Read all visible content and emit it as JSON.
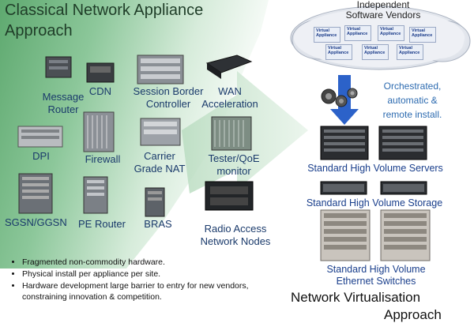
{
  "left_title": {
    "line1": "Classical Network Appliance",
    "line2": "Approach"
  },
  "devices": {
    "message_router": "Message Router",
    "cdn": "CDN",
    "session_border_controller": "Session Border Controller",
    "wan_acceleration": "WAN Acceleration",
    "dpi": "DPI",
    "firewall": "Firewall",
    "carrier_grade_nat": "Carrier Grade NAT",
    "tester_qoe_monitor": "Tester/QoE monitor",
    "sgsn_ggsn": "SGSN/GGSN",
    "pe_router": "PE Router",
    "bras": "BRAS",
    "radio_access_network_nodes": "Radio Access Network Nodes"
  },
  "bullets": [
    "Fragmented non-commodity hardware.",
    "Physical install per appliance per site.",
    "Hardware development large barrier to entry for new vendors, constraining innovation & competition."
  ],
  "cloud": {
    "line1": "Independent",
    "line2": "Software Vendors",
    "appliance_label_1": "Virtual",
    "appliance_label_2": "Appliance"
  },
  "orchestration": {
    "line1": "Orchestrated,",
    "line2": "automatic &",
    "line3": "remote install."
  },
  "right_labels": {
    "servers": "Standard High Volume Servers",
    "storage": "Standard High Volume Storage",
    "switches_line1": "Standard High Volume",
    "switches_line2": "Ethernet Switches"
  },
  "right_title": {
    "line1": "Network Virtualisation",
    "line2": "Approach"
  },
  "colors": {
    "green_bg": "#6fb47f",
    "blue_text": "#1a3f8c",
    "orchestration_text": "#2d6bb0",
    "arrow_blue": "#2c62c9"
  }
}
